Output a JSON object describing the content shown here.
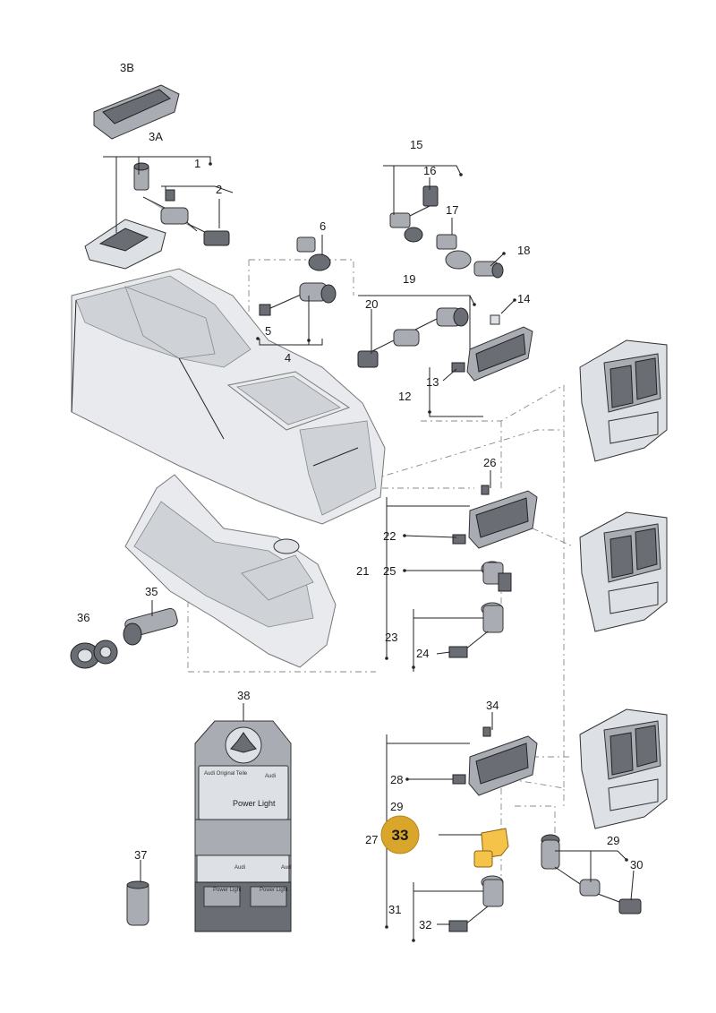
{
  "callouts": {
    "c3B": "3B",
    "c3A": "3A",
    "c1": "1",
    "c2": "2",
    "c6": "6",
    "c5": "5",
    "c4": "4",
    "c15": "15",
    "c16": "16",
    "c17": "17",
    "c18": "18",
    "c19": "19",
    "c20": "20",
    "c14": "14",
    "c13": "13",
    "c12": "12",
    "c26": "26",
    "c22": "22",
    "c21": "21",
    "c25": "25",
    "c23": "23",
    "c24": "24",
    "c36": "36",
    "c35": "35",
    "c38": "38",
    "c37": "37",
    "c34": "34",
    "c28": "28",
    "c29a": "29",
    "c27": "27",
    "c31": "31",
    "c32": "32",
    "c29b": "29",
    "c30": "30"
  },
  "highlight": {
    "label": "33",
    "color": "#d9a52b"
  },
  "package": {
    "brand_line": "Audi Original Teile",
    "brand_name": "Audi",
    "product": "Power Light",
    "box_brand_1": "Audi",
    "box_brand_2": "Audi",
    "box_product_1": "Power Light",
    "box_product_2": "Power Light"
  }
}
